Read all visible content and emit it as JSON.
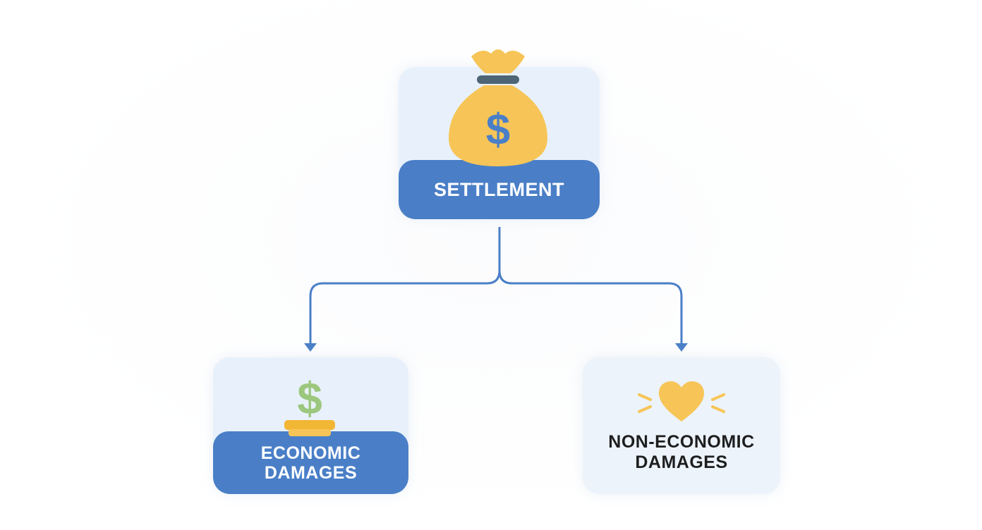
{
  "diagram": {
    "root": {
      "label": "SETTLEMENT",
      "icon": "money-bag-icon"
    },
    "children": [
      {
        "label": "ECONOMIC\nDAMAGES",
        "icon": "dollar-coins-icon"
      },
      {
        "label": "NON-ECONOMIC\nDAMAGES",
        "icon": "heart-icon"
      }
    ],
    "colors": {
      "primary_blue": "#4a7fc7",
      "card_background": "#e8f1fb",
      "gold": "#f7c557",
      "green": "#9cc77e",
      "connector": "#4a7fc7",
      "dark_text": "#1e1e1e"
    }
  }
}
